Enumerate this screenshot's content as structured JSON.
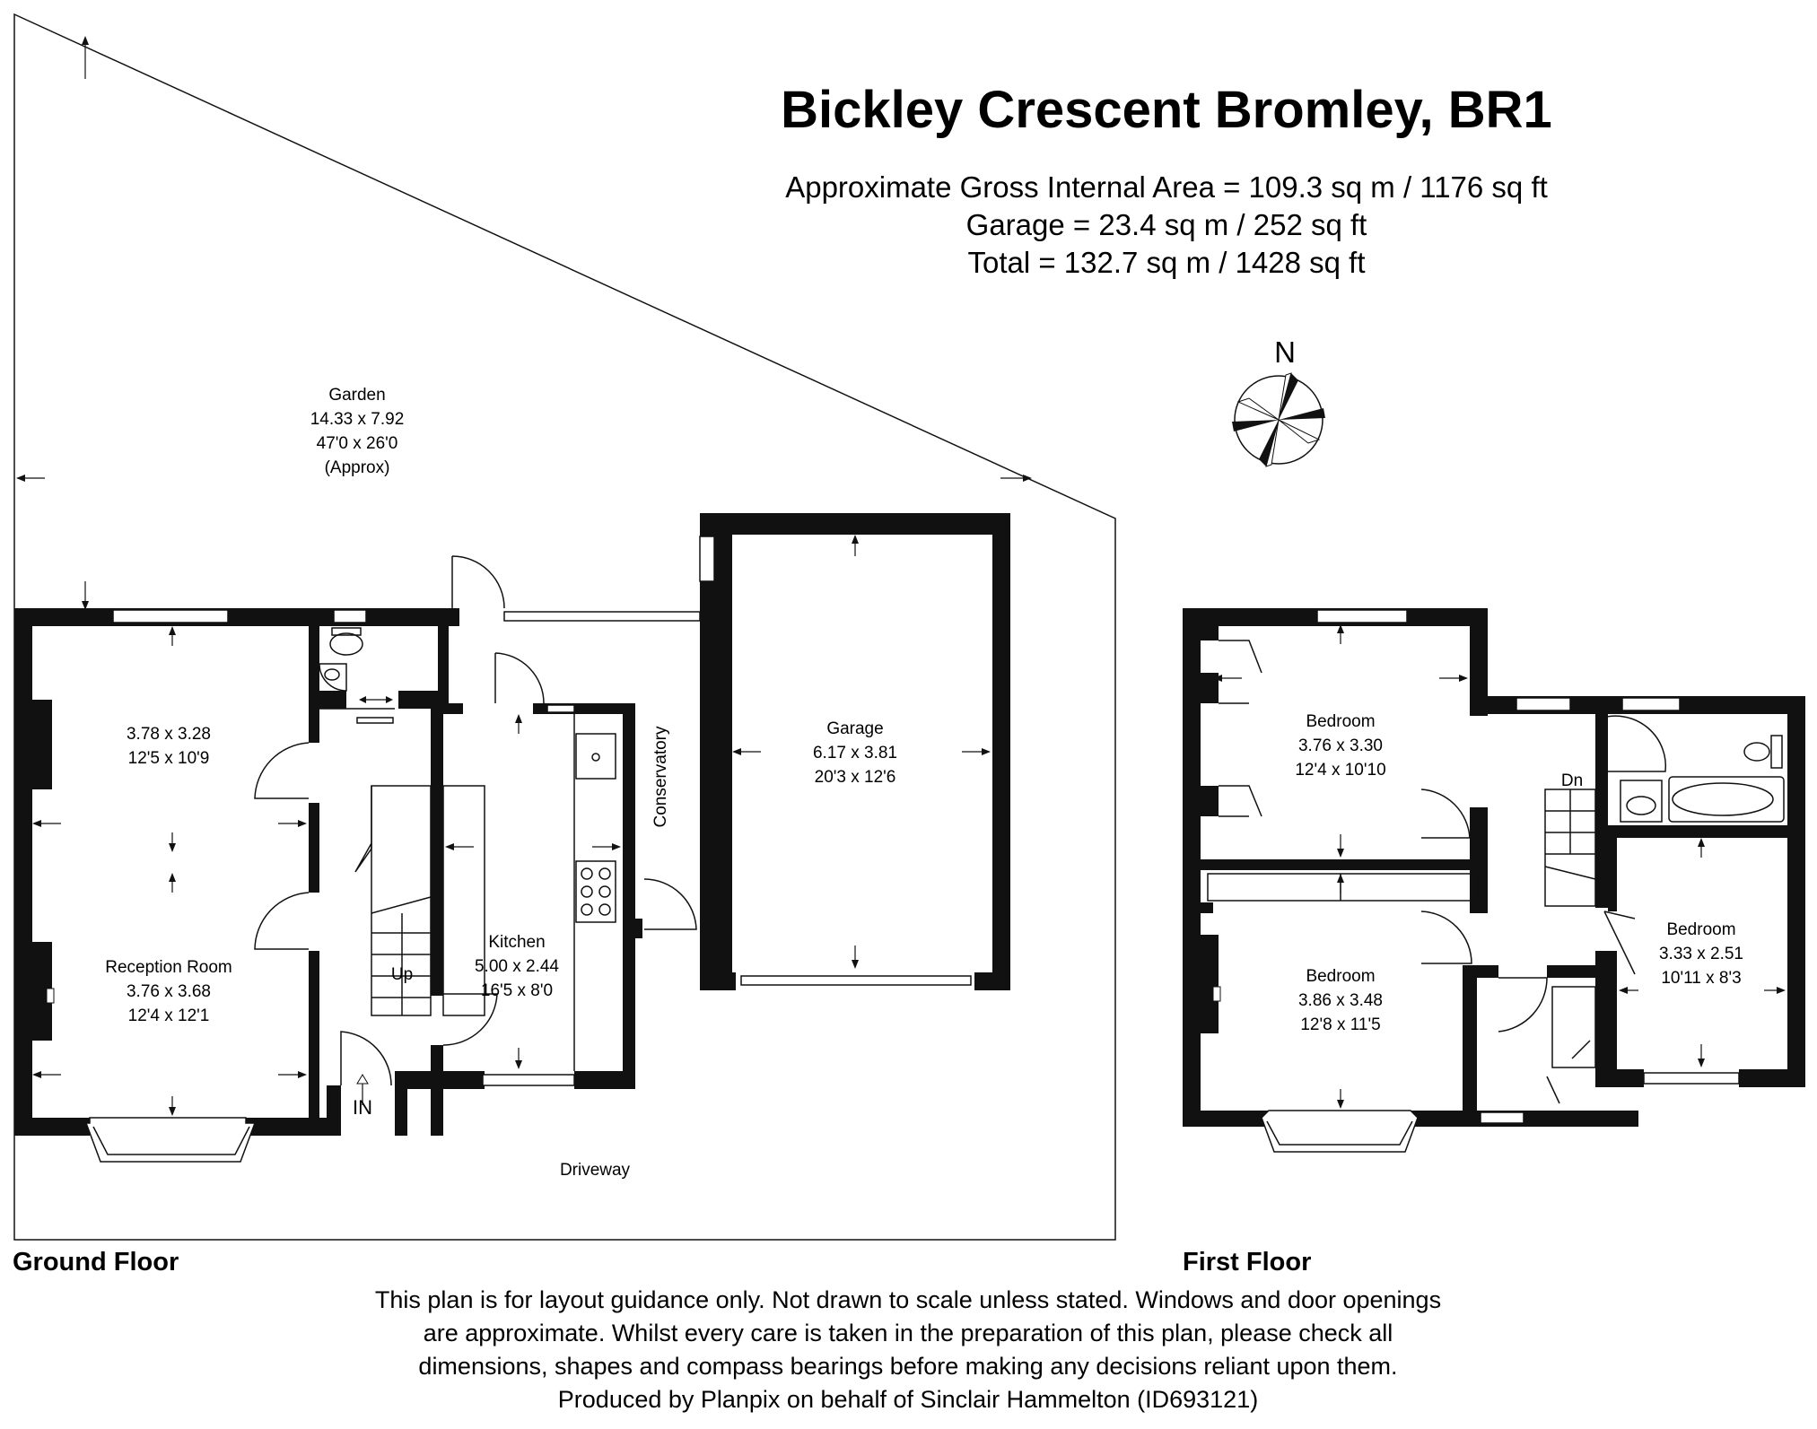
{
  "header": {
    "title": "Bickley Crescent Bromley, BR1",
    "area_lines": [
      "Approximate Gross Internal Area = 109.3 sq m / 1176 sq ft",
      "Garage = 23.4 sq m / 252 sq ft",
      "Total = 132.7 sq m / 1428 sq ft"
    ]
  },
  "compass": {
    "label": "N",
    "icon": "compass-rose-icon"
  },
  "ground_floor": {
    "label": "Ground Floor",
    "garden": {
      "name": "Garden",
      "metric": "14.33 x 7.92",
      "imperial": "47'0 x 26'0",
      "note": "(Approx)"
    },
    "reception_upper": {
      "metric": "3.78 x 3.28",
      "imperial": "12'5 x 10'9"
    },
    "reception": {
      "name": "Reception Room",
      "metric": "3.76 x 3.68",
      "imperial": "12'4 x 12'1"
    },
    "kitchen": {
      "name": "Kitchen",
      "metric": "5.00 x 2.44",
      "imperial": "16'5 x 8'0"
    },
    "conservatory": {
      "name": "Conservatory"
    },
    "garage": {
      "name": "Garage",
      "metric": "6.17 x 3.81",
      "imperial": "20'3 x 12'6"
    },
    "up_label": "Up",
    "entrance_label": "IN",
    "driveway": "Driveway"
  },
  "first_floor": {
    "label": "First Floor",
    "down_label": "Dn",
    "bedroom_1": {
      "name": "Bedroom",
      "metric": "3.76 x 3.30",
      "imperial": "12'4 x 10'10"
    },
    "bedroom_2": {
      "name": "Bedroom",
      "metric": "3.86 x 3.48",
      "imperial": "12'8 x 11'5"
    },
    "bedroom_3": {
      "name": "Bedroom",
      "metric": "3.33 x 2.51",
      "imperial": "10'11 x 8'3"
    }
  },
  "disclaimer": [
    "This plan is for layout guidance only. Not drawn to scale unless stated. Windows and door openings",
    "are approximate. Whilst every care is taken in the preparation of this plan, please check all",
    "dimensions, shapes and compass bearings before making any decisions reliant upon them.",
    "Produced by Planpix on behalf of Sinclair Hammelton (ID693121)"
  ]
}
